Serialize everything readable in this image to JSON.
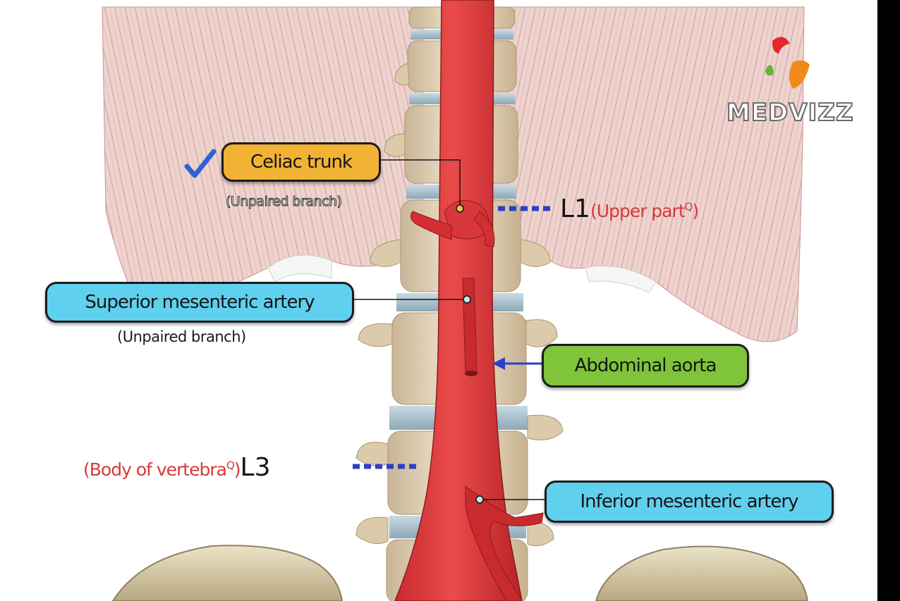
{
  "logo": {
    "text": "MEDVIZZ"
  },
  "labels": {
    "celiac": {
      "name": "Celiac trunk",
      "note": "(Unpaired branch)"
    },
    "sma": {
      "name": "Superior mesenteric artery",
      "note": "(Unpaired branch)"
    },
    "aorta": {
      "name": "Abdominal aorta"
    },
    "ima": {
      "name": "Inferior mesenteric artery"
    }
  },
  "levels": {
    "l1": {
      "vertebra": "L1",
      "note": "(Upper part",
      "mark": "Q",
      "close": ")"
    },
    "l3": {
      "vertebra": "L3",
      "note": "(Body of vertebra",
      "mark": "Q",
      "close": ")"
    }
  },
  "colors": {
    "celiac_pill": "#f2b233",
    "artery_pill": "#5fd0ee",
    "aorta_pill": "#7fc43a",
    "level_note": "#d53a3c",
    "marker": "#2c3fc7"
  }
}
